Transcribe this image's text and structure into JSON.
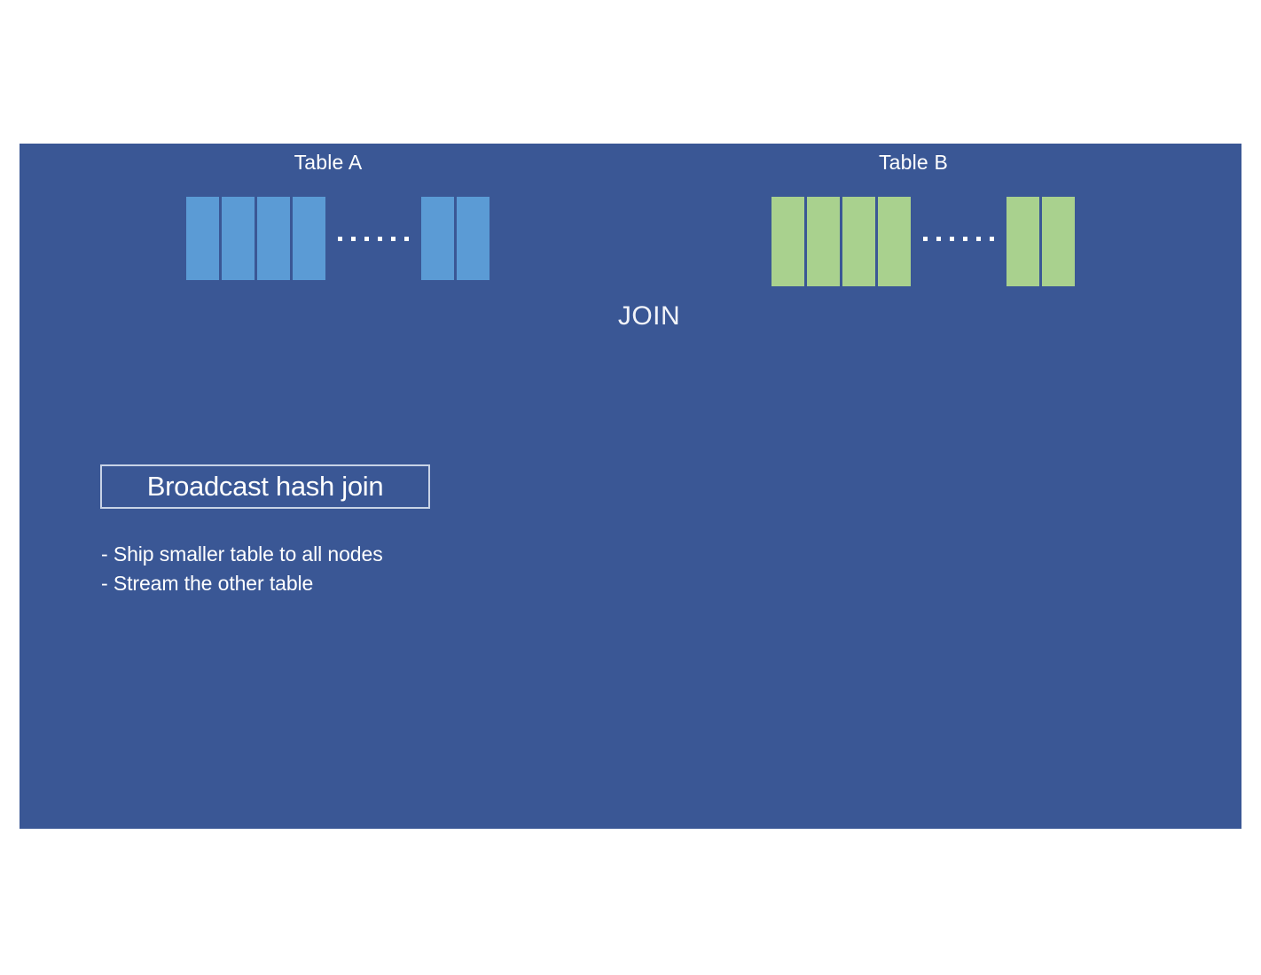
{
  "slide": {
    "background_color": "#3a5795",
    "canvas_color": "#ffffff"
  },
  "tables": [
    {
      "key": "table_a",
      "label": "Table A",
      "block_color": "#5b9bd5",
      "left_blocks": 4,
      "right_blocks": 2,
      "ellipsis_dots": 6
    },
    {
      "key": "table_b",
      "label": "Table B",
      "block_color": "#a9d18e",
      "left_blocks": 4,
      "right_blocks": 2,
      "ellipsis_dots": 6
    }
  ],
  "join": {
    "label": "JOIN"
  },
  "callout": {
    "title": "Broadcast hash join",
    "border_color": "#c8d3e6"
  },
  "bullets": [
    "- Ship smaller table to all nodes",
    "- Stream the other table"
  ]
}
